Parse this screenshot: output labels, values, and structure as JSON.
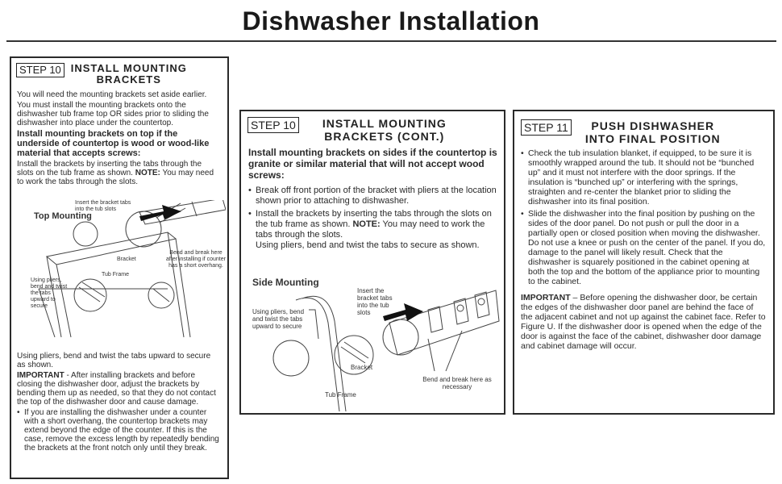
{
  "page": {
    "title": "Dishwasher Installation"
  },
  "panel1": {
    "step_label": "STEP 10",
    "title": "INSTALL MOUNTING BRACKETS",
    "intro1": "You will need the mounting brackets set aside earlier.",
    "intro2": "You must install the mounting brackets onto the dishwasher tub frame top OR sides prior to sliding the dishwasher into place under the countertop.",
    "bold_heading": "Install mounting brackets on top if the underside of countertop is wood or wood-like material that accepts screws:",
    "instr_pre": "Install the brackets by inserting the tabs through the slots on the tub frame as shown. ",
    "note_label": "NOTE:",
    "instr_post": " You may need to work the tabs through the slots.",
    "figure": {
      "title": "Top Mounting",
      "label_insert": "Insert the bracket tabs into the tub slots",
      "label_bend": "Bend and break here after installing if counter has a short overhang.",
      "label_bracket": "Bracket",
      "label_tubframe": "Tub Frame",
      "label_pliers": "Using pliers, bend and twist the tabs upward to secure"
    },
    "after_fig": "Using pliers, bend and twist the tabs upward to secure as shown.",
    "important_label": "IMPORTANT",
    "important_text": " - After installing brackets and before closing the dishwasher door, adjust the brackets by bending them up as needed, so that they do not contact the top of the dishwasher door and cause damage.",
    "bullet": "If you are installing the dishwasher under a counter with a short overhang, the countertop brackets may extend beyond the edge of the counter. If this is the case, remove the excess length by repeatedly bending the brackets at the front notch only until they break."
  },
  "panel2": {
    "step_label": "STEP 10",
    "title": "INSTALL MOUNTING BRACKETS (CONT.)",
    "bold_heading": "Install mounting brackets on sides if the countertop is granite or similar material that will not accept wood screws:",
    "bullet1": "Break off front portion of the bracket with pliers at the location shown prior to attaching to dishwasher.",
    "bullet2_pre": "Install the brackets by inserting the tabs through the slots on the tub frame as shown. ",
    "note_label": "NOTE:",
    "bullet2_post": " You may need to work the tabs through the slots.",
    "bullet2_extra": "Using pliers, bend and twist the tabs to secure as shown.",
    "figure": {
      "title": "Side Mounting",
      "label_pliers": "Using pliers, bend and twist the tabs upward to secure",
      "label_insert": "Insert the bracket tabs into the tub slots",
      "label_bracket": "Bracket",
      "label_tubframe": "Tub Frame",
      "label_bend": "Bend and break here as necessary"
    }
  },
  "panel3": {
    "step_label": "STEP 11",
    "title": "PUSH DISHWASHER INTO FINAL POSITION",
    "bullet1": "Check the tub insulation blanket, if equipped, to be sure it is smoothly wrapped around the tub. It should not be “bunched up” and it must not interfere with the door springs. If the insulation is “bunched up” or interfering with the springs, straighten and re-center the blanket prior to sliding the dishwasher into its final position.",
    "bullet2": "Slide the dishwasher into the final position by pushing on the sides of the door panel. Do not push or pull the door in a partially open or closed position when moving the dishwasher. Do not use a knee or push on the center of the panel. If you do, damage to the panel will likely result. Check that the dishwasher is squarely positioned in the cabinet opening at both the top and the bottom of the appliance prior to mounting to the cabinet.",
    "important_label": "IMPORTANT",
    "important_text": " – Before opening the dishwasher door, be certain the edges of the dishwasher door panel are behind the face of the adjacent cabinet and not up against the cabinet face. Refer to Figure U. If the dishwasher door is opened when the edge of the door is against the face of the cabinet, dishwasher door damage and cabinet damage will occur."
  }
}
